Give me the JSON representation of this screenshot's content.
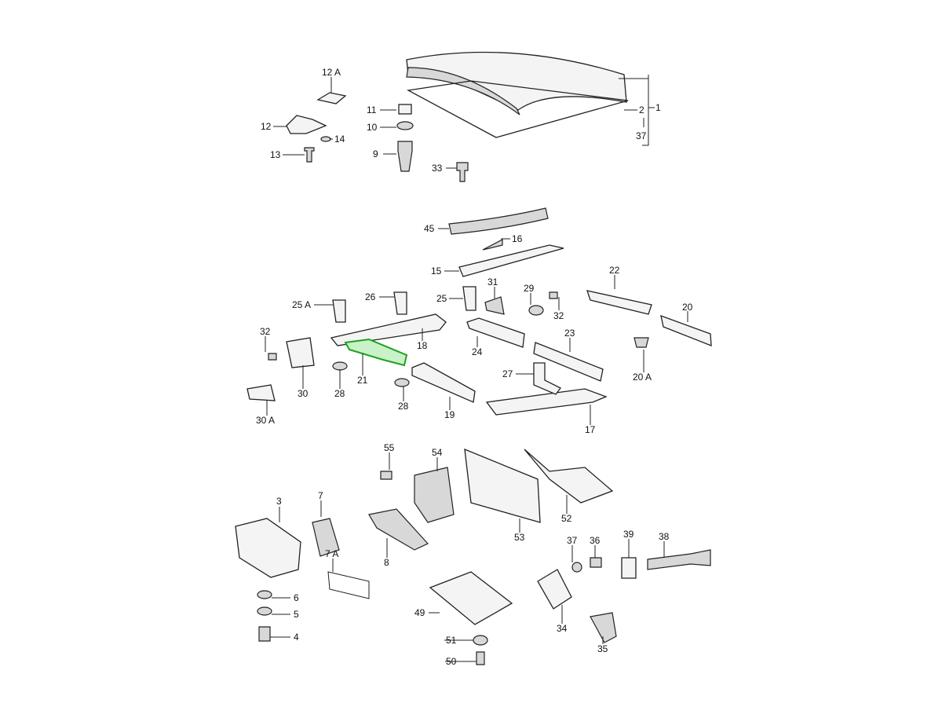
{
  "diagram": {
    "highlight_color": "#1fa31f",
    "highlighted_part": "21",
    "labels": {
      "p1": "1",
      "p2": "2",
      "p37a": "37",
      "p12a": "12 A",
      "p11": "11",
      "p10": "10",
      "p9": "9",
      "p12": "12",
      "p14": "14",
      "p13": "13",
      "p33": "33",
      "p45": "45",
      "p16": "16",
      "p15": "15",
      "p22": "22",
      "p31": "31",
      "p29": "29",
      "p20": "20",
      "p25a": "25 A",
      "p26": "26",
      "p25": "25",
      "p32a": "32",
      "p32b": "32",
      "p18": "18",
      "p24": "24",
      "p23": "23",
      "p21": "21",
      "p28a": "28",
      "p30": "30",
      "p27": "27",
      "p20a": "20 A",
      "p28b": "28",
      "p19": "19",
      "p17": "17",
      "p30a": "30 A",
      "p55": "55",
      "p54": "54",
      "p3": "3",
      "p7": "7",
      "p8": "8",
      "p53": "53",
      "p52": "52",
      "p37b": "37",
      "p36": "36",
      "p39": "39",
      "p38": "38",
      "p7a": "7 A",
      "p6": "6",
      "p5": "5",
      "p4": "4",
      "p49": "49",
      "p34": "34",
      "p51": "51",
      "p50": "50",
      "p35": "35"
    }
  }
}
